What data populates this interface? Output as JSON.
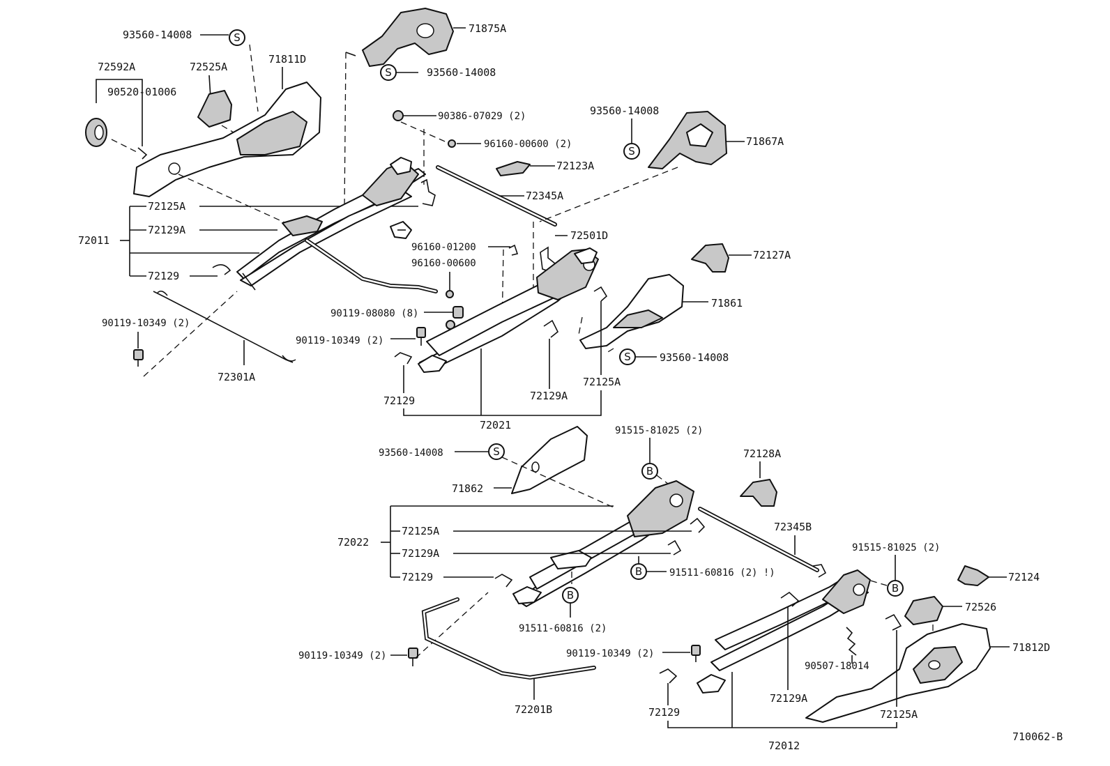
{
  "callouts": {
    "s1": "93560-14008",
    "s2": "93560-14008",
    "s3": "93560-14008",
    "s4": "93560-14008",
    "s5": "93560-14008",
    "p71875A": "71875A",
    "p72592A": "72592A",
    "p72525A": "72525A",
    "p71811D": "71811D",
    "p90520": "90520-01006",
    "p90386": "90386-07029 (2)",
    "p96160_600_2": "96160-00600 (2)",
    "p71867A": "71867A",
    "p72123A": "72123A",
    "p72345A": "72345A",
    "p72125A_1": "72125A",
    "p72129A_1": "72129A",
    "p72011": "72011",
    "p72129_1": "72129",
    "p72501D": "72501D",
    "p96160_1200": "96160-01200",
    "p96160_600": "96160-00600",
    "p72127A": "72127A",
    "p90119_08080": "90119-08080 (8)",
    "p71861": "71861",
    "p90119_a": "90119-10349 (2)",
    "p90119_b": "90119-10349 (2)",
    "p72301A": "72301A",
    "p72129_2": "72129",
    "p72129A_2": "72129A",
    "p72125A_2": "72125A",
    "p72021": "72021",
    "p91515_a": "91515-81025 (2)",
    "p72128A": "72128A",
    "p71862": "71862",
    "p72022": "72022",
    "p72125A_3": "72125A",
    "p72129A_3": "72129A",
    "p72129_3": "72129",
    "p72345B": "72345B",
    "p91515_b": "91515-81025 (2)",
    "p91511_a": "91511-60816 (2) !)",
    "p72124": "72124",
    "p91511_b": "91511-60816 (2)",
    "p72526": "72526",
    "p71812D": "71812D",
    "p90119_c": "90119-10349 (2)",
    "p90119_d": "90119-10349 (2)",
    "p90507": "90507-18014",
    "p72201B": "72201B",
    "p72129_4": "72129",
    "p72129A_4": "72129A",
    "p72125A_4": "72125A",
    "p72012": "72012",
    "diagram_code": "710062-B"
  },
  "symbols": {
    "s_letter": "S",
    "b_letter": "B"
  }
}
